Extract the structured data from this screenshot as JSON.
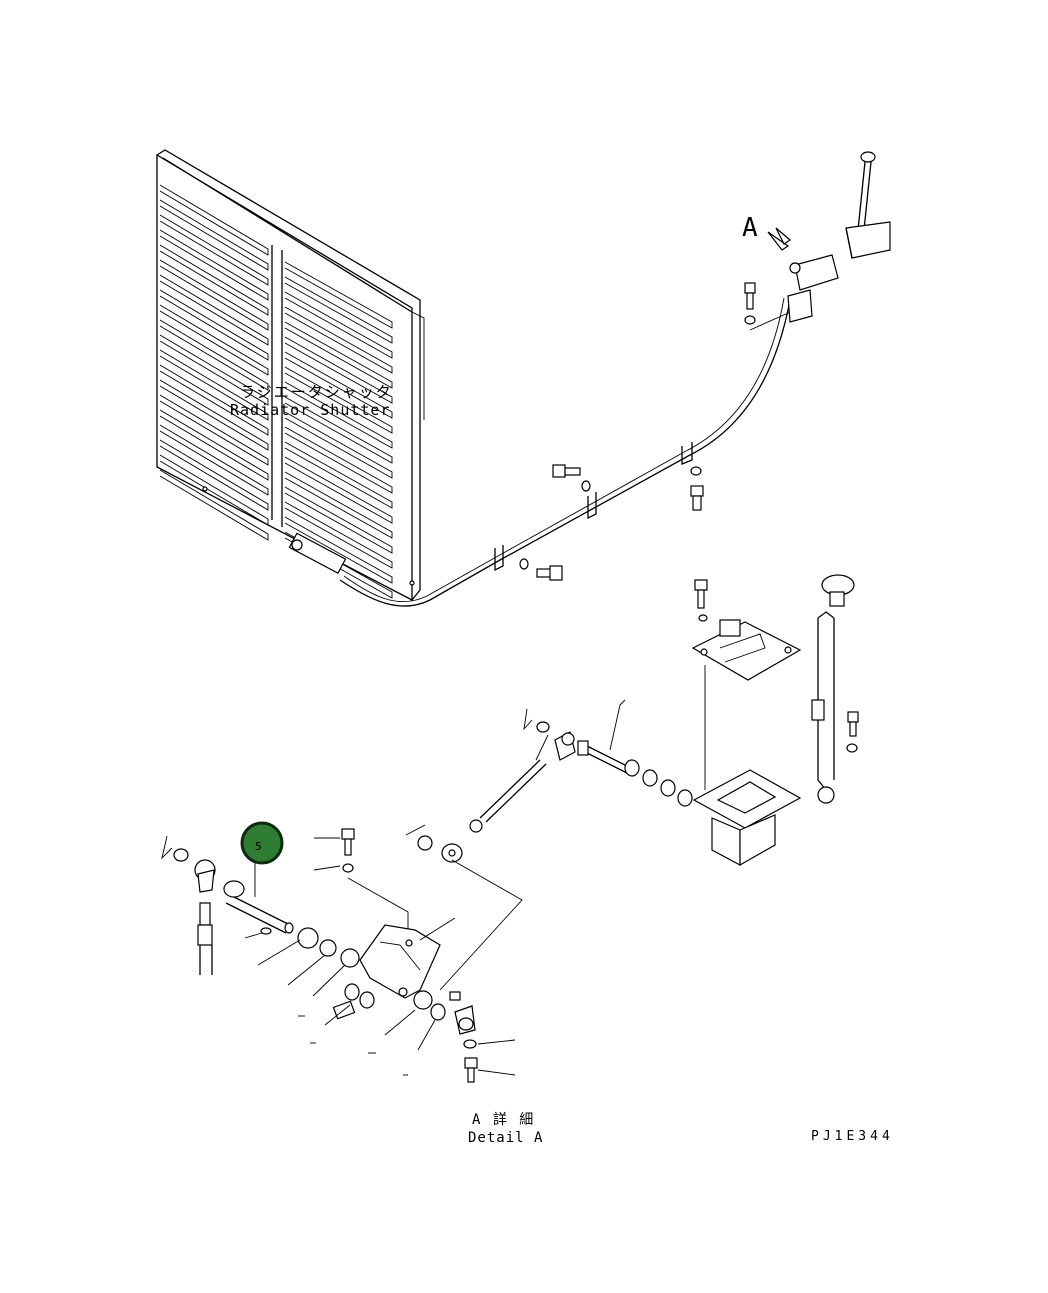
{
  "labels": {
    "shutter_jp": "ラジエータシャッタ",
    "shutter_en": "Radiator Shutter",
    "view_marker": "A",
    "detail_jp": "A 詳 細",
    "detail_en": "Detail A",
    "drawing_code": "PJ1E344"
  },
  "callouts": [
    {
      "number": "5",
      "color": "#2e7d32"
    }
  ]
}
